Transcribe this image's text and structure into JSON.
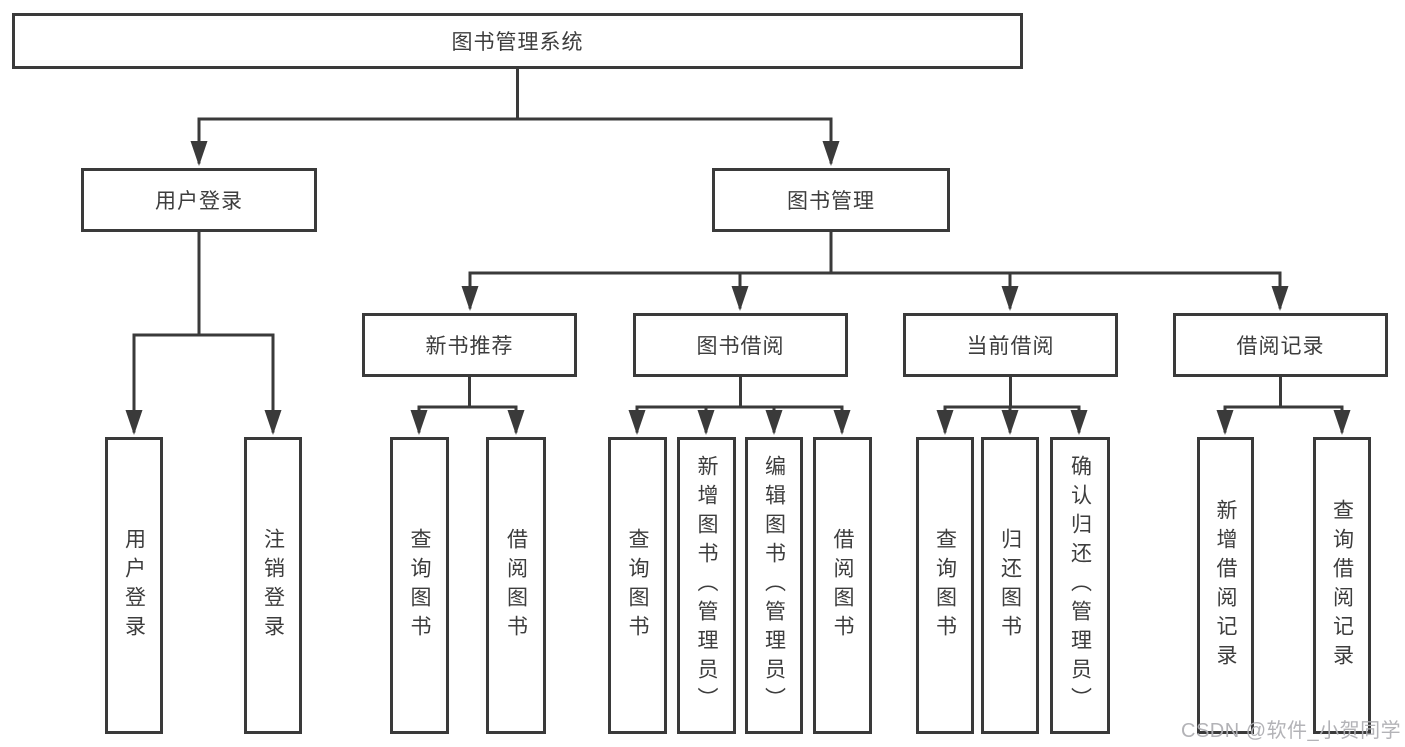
{
  "nodes": {
    "root": {
      "label": "图书管理系统"
    },
    "user_login": {
      "label": "用户登录"
    },
    "book_mgmt": {
      "label": "图书管理"
    },
    "new_book_rec": {
      "label": "新书推荐"
    },
    "book_borrow": {
      "label": "图书借阅"
    },
    "current_borrow": {
      "label": "当前借阅"
    },
    "borrow_records": {
      "label": "借阅记录"
    },
    "leaf_user_login": {
      "label": "用户登录"
    },
    "leaf_logout": {
      "label": "注销登录"
    },
    "leaf_rec_query": {
      "label": "查询图书"
    },
    "leaf_rec_borrow": {
      "label": "借阅图书"
    },
    "leaf_bb_query": {
      "label": "查询图书"
    },
    "leaf_bb_add": {
      "label": "新增图书（管理员）"
    },
    "leaf_bb_edit": {
      "label": "编辑图书（管理员）"
    },
    "leaf_bb_borrow": {
      "label": "借阅图书"
    },
    "leaf_cb_query": {
      "label": "查询图书"
    },
    "leaf_cb_return": {
      "label": "归还图书"
    },
    "leaf_cb_confirm": {
      "label": "确认归还（管理员）"
    },
    "leaf_br_add": {
      "label": "新增借阅记录"
    },
    "leaf_br_query": {
      "label": "查询借阅记录"
    }
  },
  "hierarchy": {
    "图书管理系统": {
      "用户登录": [
        "用户登录",
        "注销登录"
      ],
      "图书管理": {
        "新书推荐": [
          "查询图书",
          "借阅图书"
        ],
        "图书借阅": [
          "查询图书",
          "新增图书（管理员）",
          "编辑图书（管理员）",
          "借阅图书"
        ],
        "当前借阅": [
          "查询图书",
          "归还图书",
          "确认归还（管理员）"
        ],
        "借阅记录": [
          "新增借阅记录",
          "查询借阅记录"
        ]
      }
    }
  },
  "watermark": {
    "text": "CSDN @软件_小贺同学",
    "color": "#b0b0b4"
  },
  "colors": {
    "line": "#3a3a3a",
    "text": "#3d3d3d",
    "background": "#ffffff"
  }
}
